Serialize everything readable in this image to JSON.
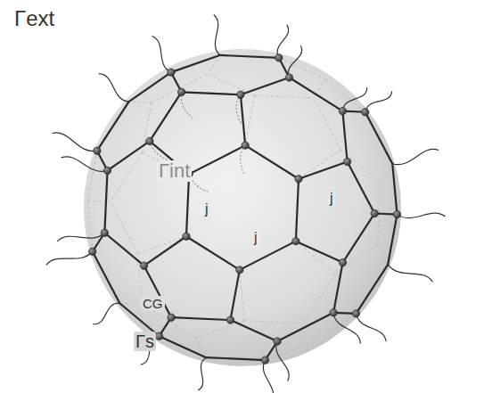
{
  "diagram": {
    "labels": [
      "Γext",
      "Γint",
      "j",
      "j",
      "j",
      "CG",
      "Γs"
    ]
  }
}
